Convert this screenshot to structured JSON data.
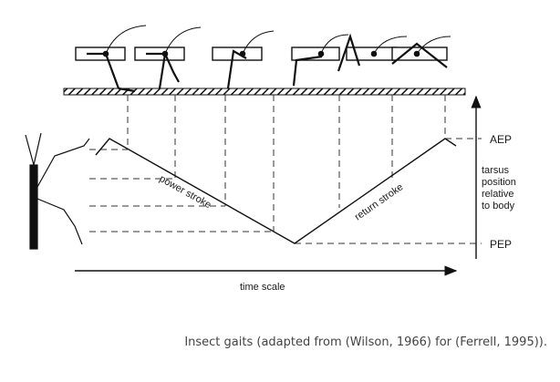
{
  "diagram": {
    "label_aep": "AEP",
    "label_pep": "PEP",
    "label_tarsus": [
      "tarsus",
      "position",
      "relative",
      "to body"
    ],
    "label_power_stroke": "power stroke",
    "label_return_stroke": "return stroke",
    "label_time_scale": "time scale"
  },
  "caption": "Insect gaits (adapted from (Wilson, 1966) for (Ferrell, 1995))."
}
